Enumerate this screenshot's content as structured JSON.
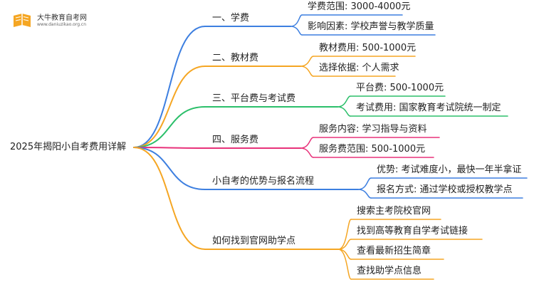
{
  "logo": {
    "title": "大牛教育自考网",
    "url_text": "www.daniuzikao.org.cn"
  },
  "root": {
    "label": "2025年揭阳小自考费用详解"
  },
  "branches": [
    {
      "label": "一、学费",
      "color": "#3d7fe0",
      "leaves": [
        "学费范围: 3000-4000元",
        "影响因素: 学校声誉与教学质量"
      ]
    },
    {
      "label": "二、教材费",
      "color": "#f5a623",
      "leaves": [
        "教材费用: 500-1000元",
        "选择依据: 个人需求"
      ]
    },
    {
      "label": "三、平台费与考试费",
      "color": "#2bbf6a",
      "leaves": [
        "平台费: 500-1000元",
        "考试费用: 国家教育考试院统一制定"
      ]
    },
    {
      "label": "四、服务费",
      "color": "#e8327a",
      "leaves": [
        "服务内容: 学习指导与资料",
        "服务费范围: 500-1000元"
      ]
    },
    {
      "label": "小自考的优势与报名流程",
      "color": "#3d7fe0",
      "leaves": [
        "优势: 考试难度小，最快一年半拿证",
        "报名方式: 通过学校或授权教学点"
      ]
    },
    {
      "label": "如何找到官网助学点",
      "color": "#f5a623",
      "leaves": [
        "搜索主考院校官网",
        "找到高等教育自学考试链接",
        "查看最新招生简章",
        "查找助学点信息"
      ]
    }
  ]
}
